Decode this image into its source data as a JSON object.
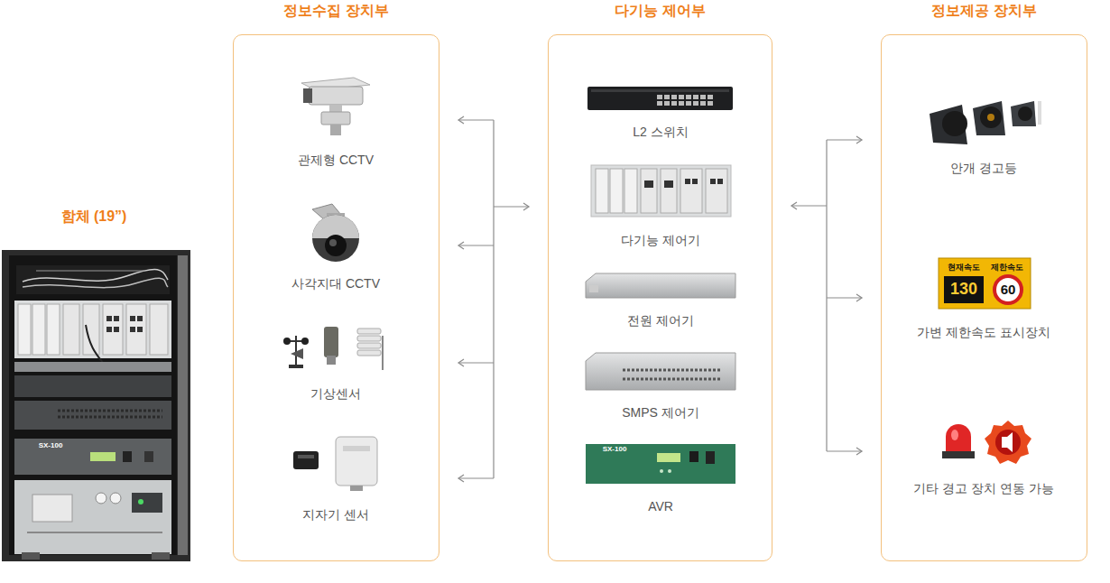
{
  "diagram": {
    "nodes": [
      {
        "text": [
          "정보수집 장치부"
        ]
      },
      {
        "text": [
          "다기능 제어부"
        ]
      },
      {
        "text": [
          "정보제공 장치부"
        ]
      }
    ],
    "edges": [
      {
        "from": 0,
        "to": 1,
        "arrow": "both"
      },
      {
        "from": 1,
        "to": 2,
        "arrow": "both"
      }
    ],
    "labels": [
      "함체 (19”)",
      "관제형 CCTV",
      "사각지대 CCTV",
      "기상센서",
      "지자기 센서",
      "L2 스위치",
      "다기능 제어기",
      "전원 제어기",
      "SMPS 제어기",
      "AVR",
      "안개 경고등",
      "현재속도",
      "제한속도",
      "130",
      "60",
      "가변 제한속도 표시장치",
      "기타 경고 장치 연동 가능",
      "SX-100",
      "SX-100"
    ]
  }
}
